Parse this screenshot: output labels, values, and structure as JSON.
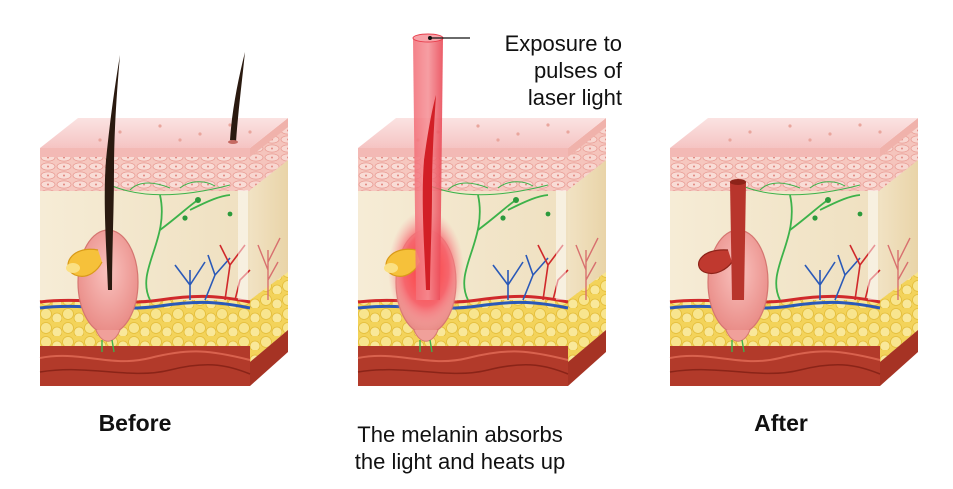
{
  "labels": {
    "before": "Before",
    "after": "After",
    "melanin_line1": "The melanin absorbs",
    "melanin_line2": "the light and heats up",
    "exposure_line1": "Exposure to",
    "exposure_line2": "pulses of",
    "exposure_line3": "laser light"
  },
  "colors": {
    "skin_top": "#f7c9c8",
    "skin_top_light": "#fbe3e2",
    "epidermis_cells": "#f2b3ac",
    "dermis": "#f6ecd6",
    "dermis_side": "#efe1c2",
    "fat": "#f6dc6b",
    "muscle": "#b23a2a",
    "hair": "#2a1a10",
    "laser": "#f0485a",
    "nerve": "#3db24a",
    "artery": "#d0292b",
    "vein": "#2a59b8",
    "follicle": "#f3a5a0",
    "sebaceous": "#f6c13a"
  }
}
